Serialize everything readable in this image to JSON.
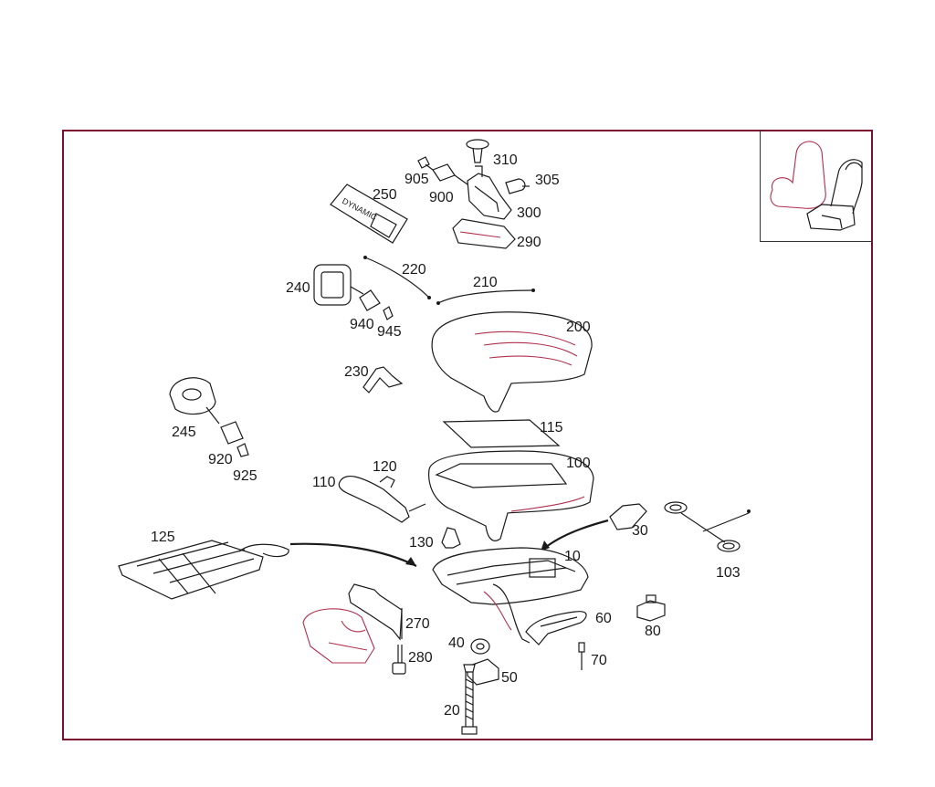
{
  "labels": {
    "l10": "10",
    "l20": "20",
    "l30": "30",
    "l40": "40",
    "l50": "50",
    "l60": "60",
    "l70": "70",
    "l80": "80",
    "l100": "100",
    "l103": "103",
    "l110": "110",
    "l115": "115",
    "l120": "120",
    "l125": "125",
    "l130": "130",
    "l200": "200",
    "l210": "210",
    "l220": "220",
    "l230": "230",
    "l240": "240",
    "l245": "245",
    "l250": "250",
    "l270": "270",
    "l280": "280",
    "l290": "290",
    "l300": "300",
    "l305": "305",
    "l310": "310",
    "l900": "900",
    "l905": "905",
    "l920": "920",
    "l925": "925",
    "l940": "940",
    "l945": "945"
  },
  "logo_text": "DYNAMIC",
  "colors": {
    "frame": "#7a1030",
    "outline": "#1a1a1a",
    "accent_outline": "#b0304c"
  }
}
